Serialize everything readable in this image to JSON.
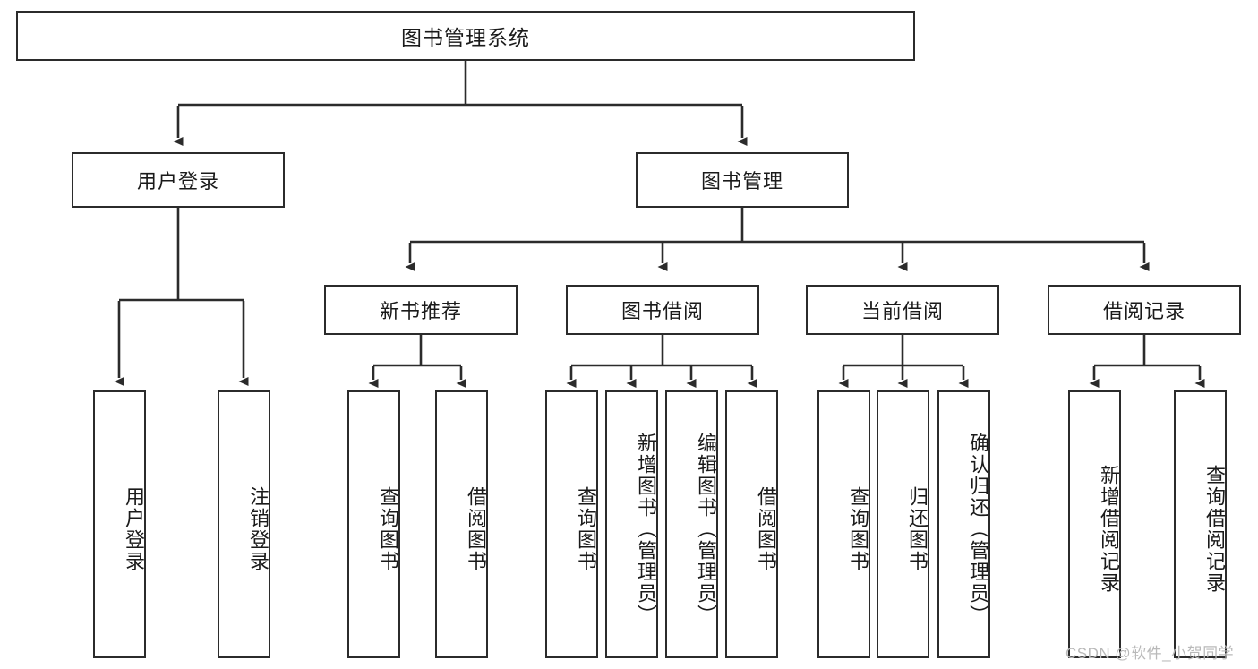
{
  "diagram": {
    "title_node": {
      "label": "图书管理系统"
    },
    "level2": [
      {
        "label": "用户登录"
      },
      {
        "label": "图书管理"
      }
    ],
    "level3": [
      {
        "label": "新书推荐"
      },
      {
        "label": "图书借阅"
      },
      {
        "label": "当前借阅"
      },
      {
        "label": "借阅记录"
      }
    ],
    "leaves": {
      "user_login": [
        {
          "label": "用户登录"
        },
        {
          "label": "注销登录"
        }
      ],
      "new_book": [
        {
          "label": "查询图书"
        },
        {
          "label": "借阅图书"
        }
      ],
      "borrow_book": [
        {
          "label": "查询图书"
        },
        {
          "label": "新增图书（管理员）"
        },
        {
          "label": "编辑图书（管理员）"
        },
        {
          "label": "借阅图书"
        }
      ],
      "current_borrow": [
        {
          "label": "查询图书"
        },
        {
          "label": "归还图书"
        },
        {
          "label": "确认归还（管理员）"
        }
      ],
      "borrow_record": [
        {
          "label": "新增借阅记录"
        },
        {
          "label": "查询借阅记录"
        }
      ]
    }
  },
  "watermark": {
    "text": "CSDN @软件_小贺同学"
  },
  "colors": {
    "stroke": "#2b2b2b",
    "background": "#ffffff",
    "text": "#1a1a1a",
    "watermark": "#b9b9b9"
  }
}
